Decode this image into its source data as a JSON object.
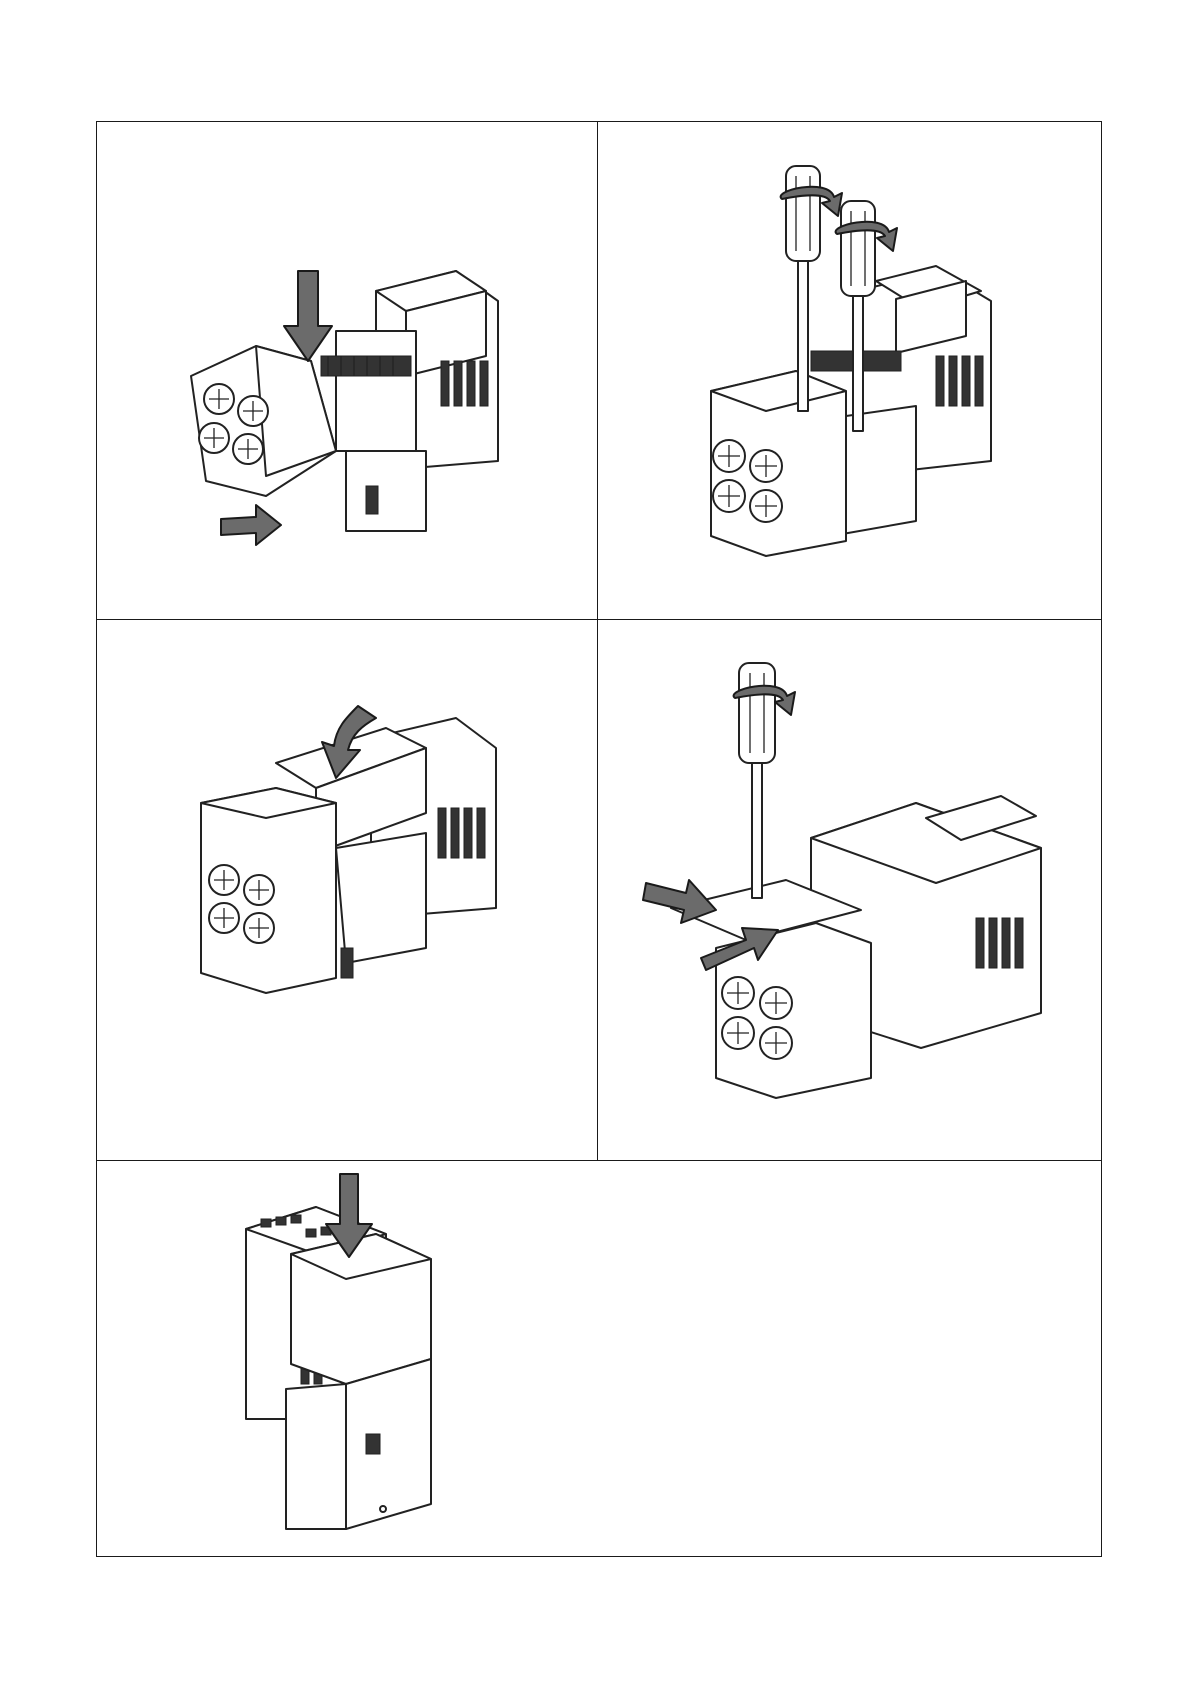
{
  "figure": {
    "panels": [
      {
        "id": "step-1",
        "arrow_count": 2,
        "screwdriver_count": 0
      },
      {
        "id": "step-2",
        "arrow_count": 0,
        "screwdriver_count": 2
      },
      {
        "id": "step-3",
        "arrow_count": 1,
        "screwdriver_count": 0
      },
      {
        "id": "step-4",
        "arrow_count": 2,
        "screwdriver_count": 1
      },
      {
        "id": "step-5",
        "arrow_count": 1,
        "screwdriver_count": 0
      }
    ],
    "colors": {
      "line": "#222222",
      "arrow": "#6b6b6b",
      "background": "#ffffff"
    }
  }
}
